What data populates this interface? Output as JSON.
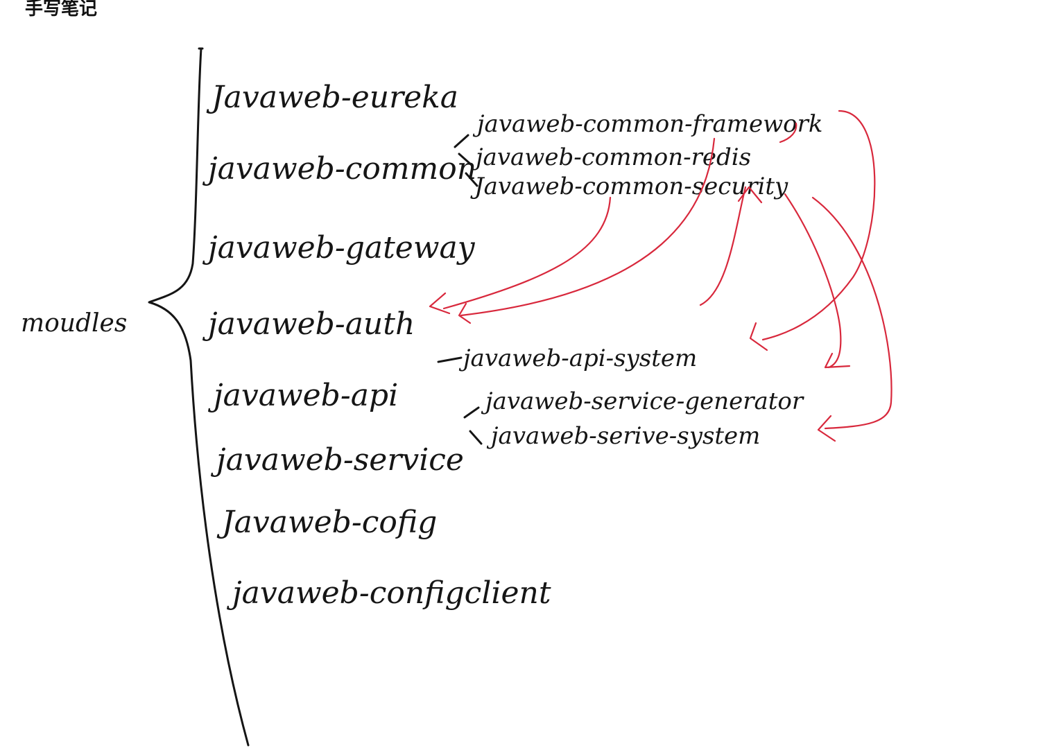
{
  "title": "手写笔记",
  "root_label": "moudles",
  "modules": [
    "Javaweb-eureka",
    "javaweb-common",
    "javaweb-gateway",
    "javaweb-auth",
    "javaweb-api",
    "javaweb-service",
    "Javaweb-cofig",
    "javaweb-configclient"
  ],
  "submodules": {
    "common": [
      "javaweb-common-framework",
      "javaweb-common-redis",
      "Javaweb-common-security"
    ],
    "api": [
      "javaweb-api-system"
    ],
    "service": [
      "javaweb-service-generator",
      "javaweb-serive-system"
    ]
  },
  "colors": {
    "ink": "#151515",
    "arrow": "#d8283c"
  }
}
